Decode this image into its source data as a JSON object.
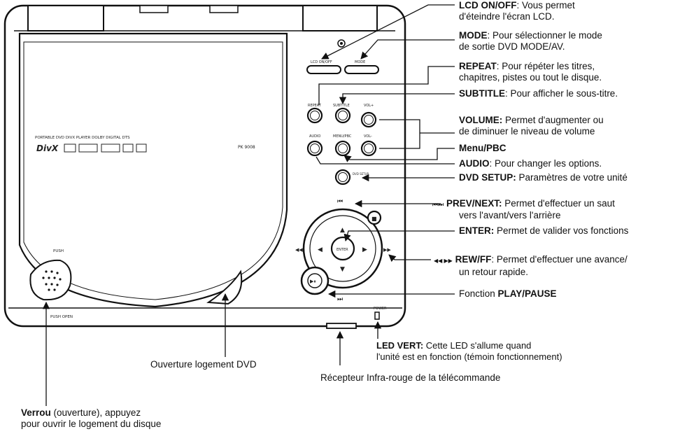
{
  "device": {
    "model": "PK 9008",
    "subtitle_strip": "PORTABLE DVD DIVX PLAYER DOLBY DIGITAL DTS",
    "divx_logo": "DivX",
    "push_label": "PUSH",
    "push_open_label": "PUSH OPEN",
    "power_label": "POWER",
    "buttons": {
      "lcd": "LCD ON/OFF",
      "mode": "MODE",
      "repeat": "REPEAT",
      "subtitle": "SUBTITLE",
      "volplus": "VOL+",
      "audio": "AUDIO",
      "menu": "MENU/PBC",
      "volminus": "VOL-",
      "dvdsetup": "DVD SETUP",
      "enter": "ENTER"
    },
    "glyphs": {
      "prev": "⏮",
      "next": "⏭",
      "rew": "◀◀",
      "ff": "▶▶",
      "play": "▶⏸",
      "stop": "■",
      "up": "▲",
      "down": "▼",
      "left": "◀",
      "right": "▶"
    }
  },
  "callouts": {
    "lcd": {
      "term": "LCD ON/OFF",
      "rest1": ": Vous permet",
      "line2": "d'éteindre l'écran LCD."
    },
    "mode": {
      "term": "MODE",
      "rest1": ": Pour sélectionner le mode",
      "line2": "de sortie DVD MODE/AV."
    },
    "repeat": {
      "term": "REPEAT",
      "rest1": ": Pour répéter les titres,",
      "line2": "chapitres, pistes ou tout le disque."
    },
    "subtitle": {
      "term": "SUBTITLE",
      "rest1": ": Pour afficher le sous-titre."
    },
    "volume": {
      "term": "VOLUME:",
      "rest1": " Permet d'augmenter ou",
      "line2": "de diminuer le niveau de volume"
    },
    "menu": {
      "term": "Menu/PBC"
    },
    "audio": {
      "term": "AUDIO",
      "rest1": ": Pour changer les options."
    },
    "setup": {
      "term": "DVD SETUP:",
      "rest1": " Paramètres de votre unité"
    },
    "prevnext": {
      "icon": "⏮⏭",
      "term": "PREV/NEXT:",
      "rest1": " Permet d'effectuer un saut",
      "line2": "vers l'avant/vers l'arrière"
    },
    "enter": {
      "term": "ENTER:",
      "rest1": " Permet de valider vos fonctions"
    },
    "rewff": {
      "icon": "◀◀ ▶▶",
      "term": "REW/FF",
      "rest1": ": Permet d'effectuer une avance/",
      "line2": "un retour rapide."
    },
    "play": {
      "pre": "Fonction ",
      "term": "PLAY/PAUSE"
    },
    "led": {
      "term": "LED VERT:",
      "rest1": " Cette LED s'allume quand",
      "line2": "l'unité est en fonction (témoin fonctionnement)"
    },
    "slot": {
      "text": "Ouverture logement DVD"
    },
    "ir": {
      "text": "Récepteur Infra-rouge de la télécommande"
    },
    "lock": {
      "term": "Verrou",
      "rest1": " (ouverture), appuyez",
      "line2": "pour ouvrir le logement du disque"
    }
  }
}
